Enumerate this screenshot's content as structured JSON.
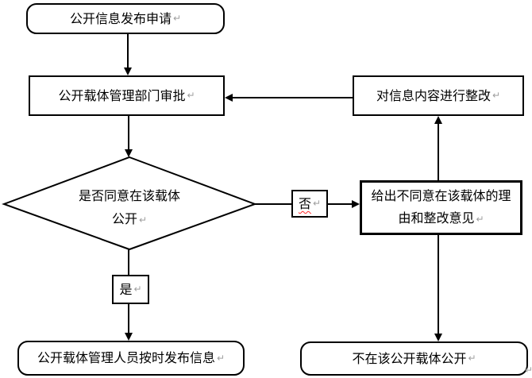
{
  "flowchart": {
    "nodes": {
      "apply": {
        "label": "公开信息发布申请"
      },
      "approve": {
        "label": "公开载体管理部门审批"
      },
      "rectify": {
        "label": "对信息内容进行整改"
      },
      "decision": {
        "line1": "是否同意在该载体",
        "line2": "公开"
      },
      "no_label": {
        "label": "否"
      },
      "reasons": {
        "line1": "给出不同意在该载体的理",
        "line2": "由和整改意见"
      },
      "yes_label": {
        "label": "是"
      },
      "publish": {
        "label": "公开载体管理人员按时发布信息"
      },
      "not_publish": {
        "label": "不在该公开载体公开"
      }
    },
    "eol_mark": "↵",
    "colors": {
      "line": "#000000",
      "text": "#000000",
      "eol_mark": "#9e9e9e",
      "spellcheck_underline": "#ff2b2b",
      "background": "#ffffff"
    }
  }
}
